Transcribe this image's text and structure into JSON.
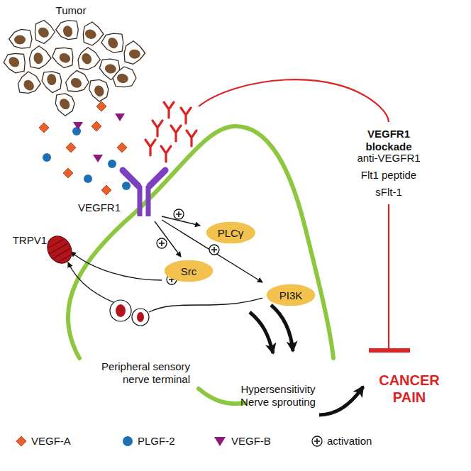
{
  "diagram": {
    "nodes": [
      {
        "text": [
          "PLCγ"
        ]
      },
      {
        "text": [
          "Src"
        ]
      },
      {
        "text": [
          "PI3K"
        ]
      }
    ],
    "labels": [
      "Tumor",
      "VEGFR1",
      "TRPV1",
      "Peripheral sensory nerve terminal",
      "VEGFR1 blockade",
      "anti-VEGFR1",
      "Flt1 peptide",
      "sFlt-1",
      "Hypersensitivity Nerve sprouting",
      "CANCER PAIN"
    ],
    "legend": [
      {
        "text": "VEGF-A"
      },
      {
        "text": "PLGF-2"
      },
      {
        "text": "VEGF-B"
      },
      {
        "text": "activation"
      }
    ]
  }
}
